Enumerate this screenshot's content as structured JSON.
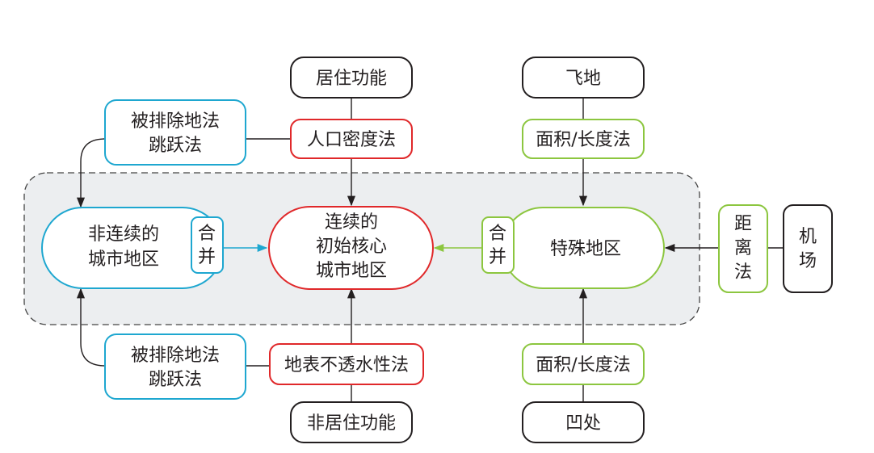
{
  "colors": {
    "black": "#231f20",
    "blue": "#1ea7d0",
    "red": "#e0282a",
    "green": "#8cc63f",
    "region_fill": "#eceef0",
    "region_stroke": "#444444"
  },
  "nodes": {
    "residential_function": "居住功能",
    "population_density_method": "人口密度法",
    "enclave": "飞地",
    "area_length_method_top": "面积/长度法",
    "excluded_land_jump_top": [
      "被排除地法",
      "跳跃法"
    ],
    "noncontiguous_urban_area": [
      "非连续的",
      "城市地区"
    ],
    "merge_left": [
      "合",
      "并"
    ],
    "core_urban_area": [
      "连续的",
      "初始核心",
      "城市地区"
    ],
    "merge_right": [
      "合",
      "并"
    ],
    "special_area": "特殊地区",
    "distance_method": [
      "距",
      "离",
      "法"
    ],
    "airport": [
      "机",
      "场"
    ],
    "excluded_land_jump_bottom": [
      "被排除地法",
      "跳跃法"
    ],
    "impervious_surface_method": "地表不透水性法",
    "area_length_method_bottom": "面积/长度法",
    "nonresidential_function": "非居住功能",
    "depression": "凹处"
  }
}
